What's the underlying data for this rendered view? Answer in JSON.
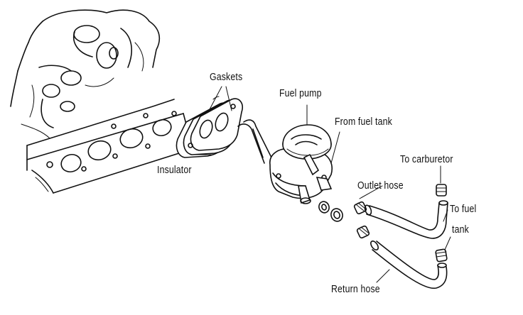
{
  "labels": {
    "gaskets": "Gaskets",
    "fuel_pump": "Fuel pump",
    "from_fuel_tank": "From fuel tank",
    "to_carburetor": "To carburetor",
    "outlet_hose": "Outlet hose",
    "to_fuel_tank_line1": "To fuel",
    "to_fuel_tank_line2": "tank",
    "insulator": "Insulator",
    "return_hose": "Return hose"
  }
}
